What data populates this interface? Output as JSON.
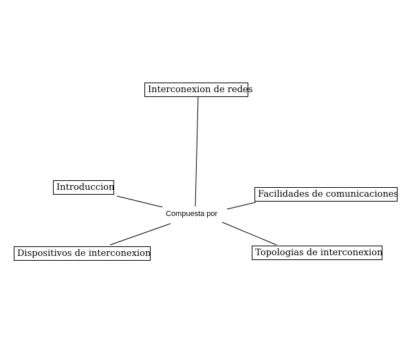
{
  "diagram": {
    "hub_label": "Compuesta por",
    "nodes": {
      "interconexion": "Interconexion de redes",
      "introduccion": "Introduccion",
      "facilidades": "Facilidades de comunicaciones",
      "dispositivos": "Dispositivos de interconexion",
      "topologias": "Topologias de interconexion"
    },
    "edges": [
      {
        "from": "hub",
        "to": "interconexion"
      },
      {
        "from": "hub",
        "to": "introduccion"
      },
      {
        "from": "hub",
        "to": "facilidades"
      },
      {
        "from": "hub",
        "to": "dispositivos"
      },
      {
        "from": "hub",
        "to": "topologias"
      }
    ],
    "colors": {
      "line": "#000000",
      "border": "#000000",
      "background": "#ffffff"
    }
  }
}
